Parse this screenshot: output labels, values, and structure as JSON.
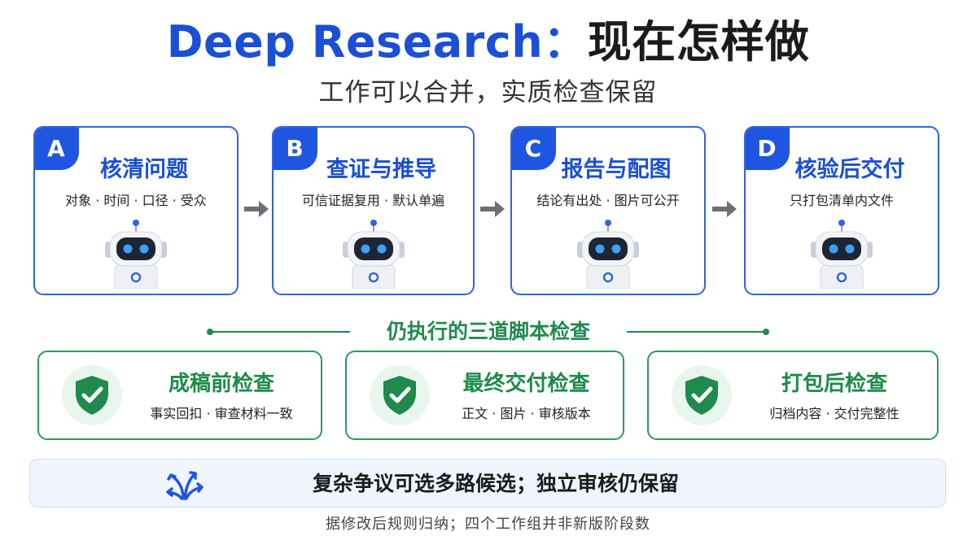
{
  "header": {
    "title_en": "Deep Research：",
    "title_cn": "现在怎样做",
    "subtitle": "工作可以合并，实质检查保留"
  },
  "steps": [
    {
      "letter": "A",
      "title": "核清问题",
      "desc": "对象 · 时间 · 口径 · 受众"
    },
    {
      "letter": "B",
      "title": "查证与推导",
      "desc": "可信证据复用 · 默认单遍"
    },
    {
      "letter": "C",
      "title": "报告与配图",
      "desc": "结论有出处 · 图片可公开"
    },
    {
      "letter": "D",
      "title": "核验后交付",
      "desc": "只打包清单内文件"
    }
  ],
  "checks_section": {
    "title": "仍执行的三道脚本检查",
    "items": [
      {
        "title": "成稿前检查",
        "desc": "事实回扣 · 审查材料一致"
      },
      {
        "title": "最终交付检查",
        "desc": "正文 · 图片 · 审核版本"
      },
      {
        "title": "打包后检查",
        "desc": "归档内容 · 交付完整性"
      }
    ]
  },
  "banner": {
    "text": "复杂争议可选多路候选；独立审核仍保留"
  },
  "footnote": "据修改后规则归纳；四个工作组并非新版阶段数",
  "colors": {
    "blue": "#1f56e0",
    "green": "#1f8a4c",
    "banner_bg": "#f0f5fd"
  },
  "icons": {
    "step": "robot-icon",
    "arrow": "arrow-right-icon",
    "check": "shield-check-icon",
    "banner": "branching-arrows-icon"
  }
}
